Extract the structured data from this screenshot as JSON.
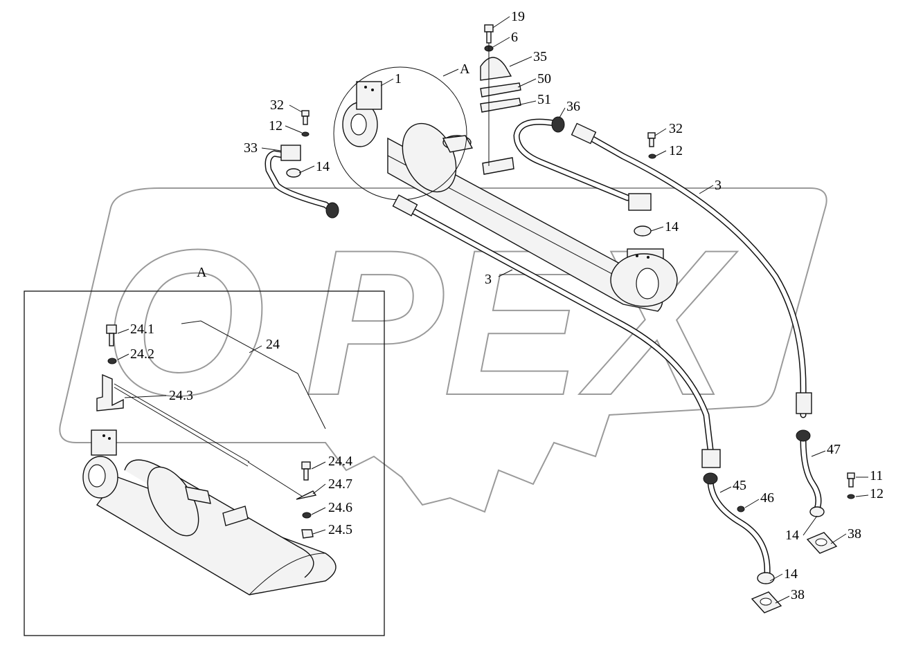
{
  "watermark": {
    "text": "OPEX",
    "color": "#9a9a9a"
  },
  "detail_view": {
    "label": "A"
  },
  "callouts": {
    "c19": "19",
    "c6": "6",
    "c35": "35",
    "c50": "50",
    "c51": "51",
    "c1": "1",
    "cA": "A",
    "c36": "36",
    "c32a": "32",
    "c12a": "12",
    "c33": "33",
    "c14a": "14",
    "c32b": "32",
    "c12b": "12",
    "c3a": "3",
    "c14b": "14",
    "c3b": "3",
    "c24_1": "24.1",
    "c24": "24",
    "c24_2": "24.2",
    "c24_3": "24.3",
    "c24_4": "24.4",
    "c24_7": "24.7",
    "c24_6": "24.6",
    "c24_5": "24.5",
    "c47": "47",
    "c11": "11",
    "c12c": "12",
    "c45": "45",
    "c46": "46",
    "c14c": "14",
    "c38a": "38",
    "c14d": "14",
    "c38b": "38"
  },
  "icons": [
    "bolt-icon",
    "washer-icon",
    "clamp-icon",
    "hose-fitting-icon",
    "flange-icon"
  ]
}
